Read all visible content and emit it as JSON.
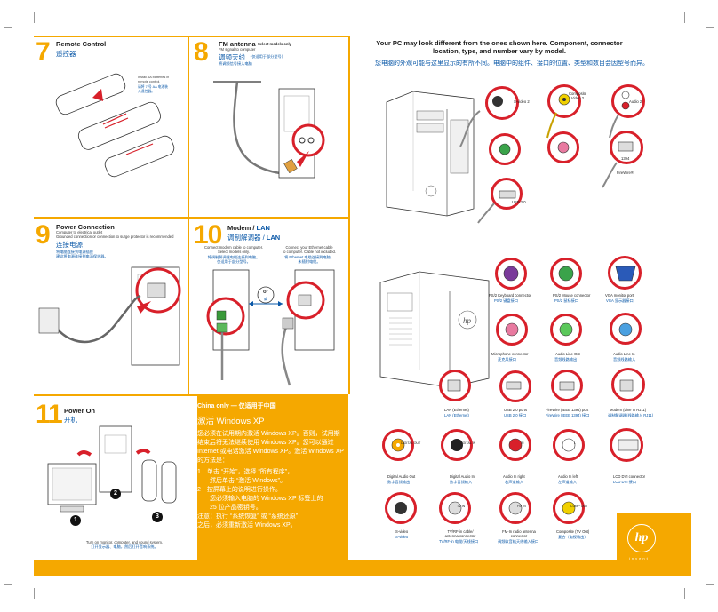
{
  "header": {
    "title_en": "Your PC may look different from the ones shown here. Component, connector location, type, and number vary by model.",
    "title_cn": "您电脑的外观可能与这里显示的有所不同。电脑中的组件、接口的位置、类型和数目会因型号而异。"
  },
  "s7": {
    "num": "7",
    "title": "Remote Control",
    "title_cn": "遥控器",
    "note1": "Install AA batteries in",
    "note2": "remote control.",
    "note_cn1": "请将 7 号 AA 电池装",
    "note_cn2": "入遥控器。"
  },
  "s8": {
    "num": "8",
    "title": "FM antenna",
    "models": "Select models only",
    "sub": "FM signal to computer",
    "title_cn": "调频天线",
    "models_cn": "（仅适用于部分型号）",
    "sub_cn": "将调频信号接入电脑"
  },
  "s9": {
    "num": "9",
    "title": "Power Connection",
    "sub1": "Computer to electrical outlet",
    "sub2": "Grounded connection or connection to surge protector is recommended",
    "title_cn": "连接电源",
    "cn1": "将电脑连接到电源插座",
    "cn2": "建议将电源连接到电涌保护器。"
  },
  "s10": {
    "num": "10",
    "title": "Modem / ",
    "title_lan": "LAN",
    "title_cn": "调制解调器 / ",
    "title_cn_lan": "LAN",
    "left1": "Connect modem cable to computer.",
    "left2": "Select models only.",
    "left_cn1": "将调制解调器电缆连接到电脑。",
    "left_cn2": "仅适用于部分型号。",
    "right1": "Connect your Ethernet cable",
    "right2": "to computer. Cable not included.",
    "right_cn1": "将 Ethernet 电缆连接到电脑。",
    "right_cn2": "未随附电缆。",
    "or": "or",
    "or_cn": "或"
  },
  "s11": {
    "num": "11",
    "title": "Power On",
    "title_cn": "开机",
    "foot": "Turn on monitor, computer, and sound system.",
    "foot_cn": "打开显示器、电脑，然后打开音响系统。",
    "step1": "1",
    "step2": "2",
    "step3": "3"
  },
  "windows": {
    "tag": "China only — 仅适用于中国",
    "title": "激活 Windows XP",
    "para": "您必须在试用期内激活 Windows XP。否则，试用期结束后将无法继续使用 Windows XP。您可以通过 Internet 或电话激活 Windows XP。激活 Windows XP 的方法是：",
    "step1a": "1　单击 “开始”，选择 “所有程序”，",
    "step1b": "　　然后单击 “激活 Windows”。",
    "step2a": "2　按屏幕上的说明进行操作。",
    "step2b": "　　您必须输入电脑的 Windows XP 标签上的",
    "step2c": "　　25 位产品密钥号。",
    "notea": "注意：执行 “系统恢复” 或 “系统还原”",
    "noteb": "之后，必须重新激活 Windows XP。"
  },
  "connectors": {
    "top": [
      {
        "en": "S-video 2",
        "cn": ""
      },
      {
        "en": "Composite Video 2",
        "cn": ""
      },
      {
        "en": "Audio 2",
        "cn": ""
      },
      {
        "en": "",
        "cn": ""
      },
      {
        "en": "",
        "cn": ""
      },
      {
        "en": "FireWire®",
        "cn": ""
      },
      {
        "en": "USB 2.0",
        "cn": ""
      }
    ],
    "row1": [
      {
        "en": "PS/2 Keyboard connector",
        "cn": "PS/2 键盘接口"
      },
      {
        "en": "PS/2 Mouse connector",
        "cn": "PS/2 鼠标接口"
      },
      {
        "en": "VGA monitor port",
        "cn": "VGA 显示器接口"
      }
    ],
    "row2": [
      {
        "en": "Microphone connector",
        "cn": "麦克风接口"
      },
      {
        "en": "Audio Line Out",
        "cn": "音频线路输出"
      },
      {
        "en": "Audio Line In",
        "cn": "音频线路输入"
      }
    ],
    "row3": [
      {
        "en": "LAN (Ethernet)",
        "cn": "LAN (Ethernet)"
      },
      {
        "en": "USB 2.0 ports",
        "cn": "USB 2.0 接口"
      },
      {
        "en": "FireWire (IEEE 1394) port",
        "cn": "FireWire (IEEE 1394) 接口"
      },
      {
        "en": "Modem (Line In RJ11)",
        "cn": "调制解调器(线路输入 RJ11)"
      }
    ],
    "row4": [
      {
        "en": "Digital Audio Out",
        "cn": "数字音频输出"
      },
      {
        "en": "Digital Audio In",
        "cn": "数字音频输入"
      },
      {
        "en": "Audio In right",
        "cn": "右声道输入"
      },
      {
        "en": "Audio In left",
        "cn": "左声道输入"
      },
      {
        "en": "LCD DVI connector",
        "cn": "LCD DVI 接口"
      }
    ],
    "row5": [
      {
        "en": "S-video",
        "cn": "S-video"
      },
      {
        "en": "TV/RF-in cable/ antenna connector",
        "cn": "TV/RF-in 电缆/天线接口"
      },
      {
        "en": "FM-In radio antenna connector",
        "cn": "调频收音机天线输入接口"
      },
      {
        "en": "Composite (TV Out)",
        "cn": "复合（电视输出）"
      }
    ],
    "jack_labels": [
      "DIGITAL OUT",
      "DIGITAL IN",
      "R",
      "L",
      "TV IN",
      "FM IN",
      "COMP OUT",
      "1394"
    ]
  },
  "brand": {
    "logo": "hp",
    "tagline": "invent"
  },
  "colors": {
    "accent": "#f5a800",
    "cn_text": "#0a58a8",
    "ring": "#d8202a"
  }
}
